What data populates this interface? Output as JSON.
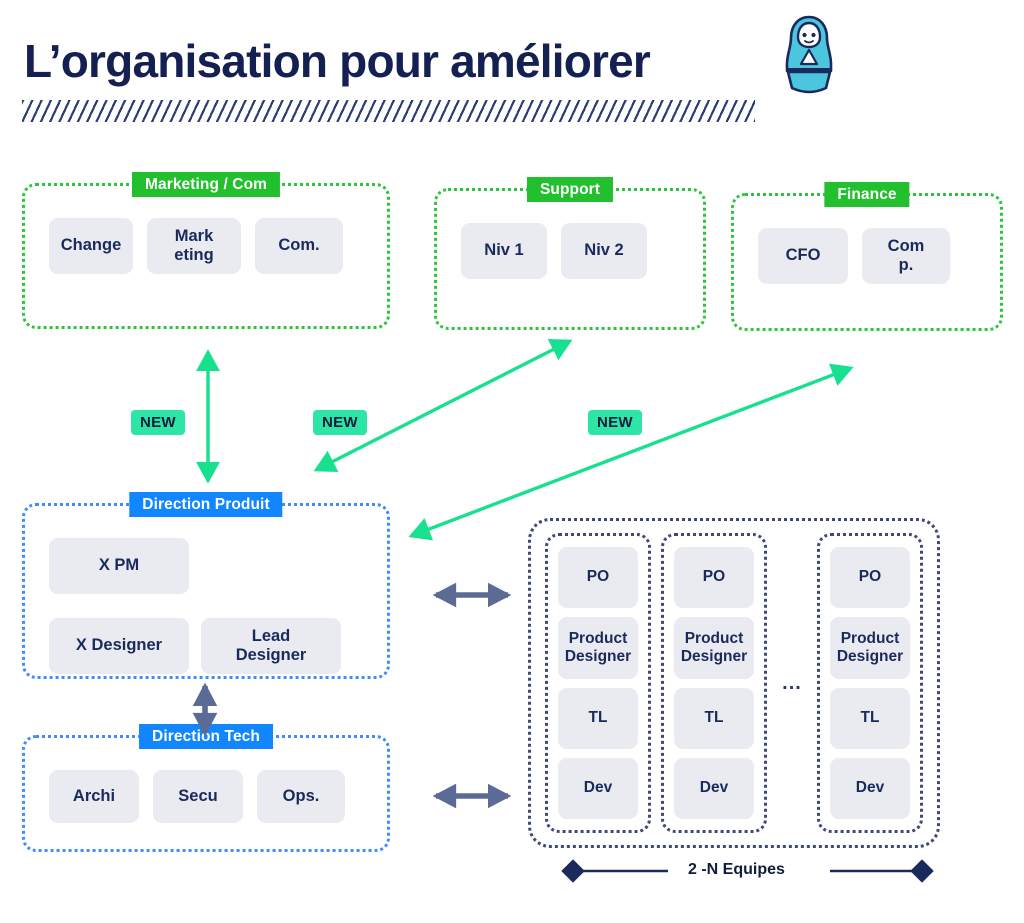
{
  "header": {
    "title": "L’organisation pour améliorer",
    "icon": "matryoshka-doll-icon",
    "title_color": "#152052",
    "rule_color": "#2c3e73"
  },
  "colors": {
    "green_accent": "#22c02e",
    "green_dotted": "#2cc63c",
    "blue_accent": "#1186ff",
    "blue_dotted": "#3f8ef7",
    "new_badge_bg": "#2de5a5",
    "new_badge_text": "#0d1b3e",
    "arrow_green": "#17e08f",
    "arrow_gray": "#5c6b96",
    "chip_bg": "#e9ebf1",
    "chip_text": "#1b2a5c",
    "team_dotted": "#40487a"
  },
  "groups": [
    {
      "id": "marketing-com",
      "label": "Marketing / Com",
      "badge_color": "green",
      "border": "green",
      "chips": [
        "Change",
        "Mark eting",
        "Com."
      ]
    },
    {
      "id": "support",
      "label": "Support",
      "badge_color": "green",
      "border": "green",
      "chips": [
        "Niv 1",
        "Niv 2"
      ]
    },
    {
      "id": "finance",
      "label": "Finance",
      "badge_color": "green",
      "border": "green",
      "chips": [
        "CFO",
        "Com p."
      ]
    },
    {
      "id": "direction-produit",
      "label": "Direction Produit",
      "badge_color": "blue",
      "border": "blue",
      "chips": [
        "X PM",
        "X Designer",
        "Lead Designer"
      ]
    },
    {
      "id": "direction-tech",
      "label": "Direction Tech",
      "badge_color": "blue",
      "border": "blue",
      "chips": [
        "Archi",
        "Secu",
        "Ops."
      ]
    }
  ],
  "chip_labels": {
    "change": "Change",
    "marketing_line1": "Mark",
    "marketing_line2": "eting",
    "com": "Com.",
    "niv1": "Niv 1",
    "niv2": "Niv 2",
    "cfo": "CFO",
    "comp_line1": "Com",
    "comp_line2": "p.",
    "xpm": "X PM",
    "xdesigner": "X Designer",
    "lead_line1": "Lead",
    "lead_line2": "Designer",
    "archi": "Archi",
    "secu": "Secu",
    "ops": "Ops."
  },
  "teams": {
    "caption": "2 -N Equipes",
    "ellipsis": "...",
    "columns": [
      {
        "id": "team-1",
        "roles": [
          "PO",
          "Product Designer",
          "TL",
          "Dev"
        ]
      },
      {
        "id": "team-2",
        "roles": [
          "PO",
          "Product Designer",
          "TL",
          "Dev"
        ]
      },
      {
        "id": "team-n",
        "roles": [
          "PO",
          "Product Designer",
          "TL",
          "Dev"
        ]
      }
    ],
    "role_labels": {
      "po": "PO",
      "pd_line1": "Product",
      "pd_line2": "Designer",
      "tl": "TL",
      "dev": "Dev"
    }
  },
  "badges": [
    {
      "id": "new-marketing",
      "label": "NEW"
    },
    {
      "id": "new-support",
      "label": "NEW"
    },
    {
      "id": "new-finance",
      "label": "NEW"
    }
  ],
  "connectors": [
    {
      "id": "produit-to-marketing",
      "style": "green",
      "heads": "both",
      "from": "Direction Produit",
      "to": "Marketing / Com"
    },
    {
      "id": "produit-to-support",
      "style": "green",
      "heads": "both",
      "from": "Direction Produit",
      "to": "Support"
    },
    {
      "id": "teams-to-finance",
      "style": "green",
      "heads": "both",
      "from": "Equipes",
      "to": "Finance"
    },
    {
      "id": "tech-to-produit",
      "style": "gray",
      "heads": "both",
      "from": "Direction Tech",
      "to": "Direction Produit"
    },
    {
      "id": "produit-to-teams",
      "style": "gray",
      "heads": "both",
      "from": "Direction Produit",
      "to": "Equipes"
    },
    {
      "id": "tech-to-teams",
      "style": "gray",
      "heads": "both",
      "from": "Direction Tech",
      "to": "Equipes"
    }
  ]
}
